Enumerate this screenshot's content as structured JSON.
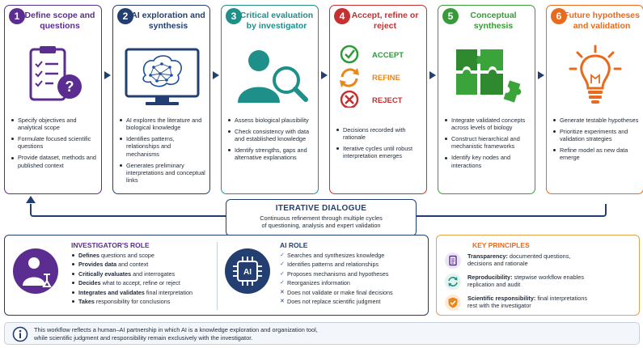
{
  "steps": [
    {
      "number": "1",
      "title": "Define scope and questions",
      "color": "#5b2d90",
      "icon": "clipboard-question-icon",
      "bullets": [
        "Specify objectives and analytical scope",
        "Formulate focused scientific questions",
        "Provide dataset, methods and published context"
      ]
    },
    {
      "number": "2",
      "title": "AI exploration and synthesis",
      "color": "#233f71",
      "icon": "brain-monitor-icon",
      "bullets": [
        "AI explores the literature and biological knowledge",
        "Identifies patterns, relationships and mechanisms",
        "Generates preliminary interpretations and conceptual links"
      ]
    },
    {
      "number": "3",
      "title": "Critical evaluation by investigator",
      "color": "#1f8f8a",
      "icon": "person-magnifier-icon",
      "bullets": [
        "Assess biological plausibility",
        "Check consistency with data and established knowledge",
        "Identify strengths, gaps and alternative explanations"
      ]
    },
    {
      "number": "4",
      "title": "Accept, refine or reject",
      "color": "#c53030",
      "icon": "decision-icons",
      "decisions": {
        "accept": "ACCEPT",
        "refine": "REFINE",
        "reject": "REJECT"
      },
      "bullets": [
        "Decisions recorded with rationale",
        "Iterative cycles until robust interpretation emerges"
      ]
    },
    {
      "number": "5",
      "title": "Conceptual synthesis",
      "color": "#3a9a3a",
      "icon": "puzzle-icon",
      "bullets": [
        "Integrate validated concepts across levels of biology",
        "Construct hierarchical and mechanistic frameworks",
        "Identify key nodes and interactions"
      ]
    },
    {
      "number": "6",
      "title": "Future hypotheses and validation",
      "color": "#e86a1c",
      "icon": "lightbulb-icon",
      "bullets": [
        "Generate testable hypotheses",
        "Prioritize experiments and validation strategies",
        "Refine model as new data emerge"
      ]
    }
  ],
  "dialogue": {
    "title": "ITERATIVE DIALOGUE",
    "line1": "Continuous refinement through multiple cycles",
    "line2": "of questioning, analysis and expert validation"
  },
  "investigator_role": {
    "heading": "INVESTIGATOR'S ROLE",
    "items": [
      {
        "bold": "Defines",
        "rest": " questions and scope"
      },
      {
        "bold": "Provides data",
        "rest": " and context"
      },
      {
        "bold": "Critically evaluates",
        "rest": " and interrogates"
      },
      {
        "bold": "Decides",
        "rest": " what to accept, refine or reject"
      },
      {
        "bold": "Integrates and validates",
        "rest": " final interpretation"
      },
      {
        "bold": "Takes",
        "rest": " responsibility for conclusions"
      }
    ]
  },
  "ai_role": {
    "heading": "AI ROLE",
    "icon_label": "AI",
    "items": [
      "Searches and synthesizes knowledge",
      "Identifies patterns and relationships",
      "Proposes mechanisms and hypotheses",
      "Reorganizes information"
    ],
    "negatives": [
      "Does not validate or make final decisions",
      "Does not replace scientific judgment"
    ]
  },
  "principles": {
    "heading": "KEY PRINCIPLES",
    "items": [
      {
        "bold": "Transparency:",
        "rest": " documented questions,",
        "line2": "decisions and rationale",
        "icon": "document-icon"
      },
      {
        "bold": "Reproducibility:",
        "rest": " stepwise workflow enables",
        "line2": "replication and audit",
        "icon": "cycle-icon"
      },
      {
        "bold": "Scientific responsibility:",
        "rest": " final interpretations",
        "line2": "rest with the investigator",
        "icon": "shield-check-icon"
      }
    ]
  },
  "footer": {
    "line1": "This workflow reflects a human–AI partnership in which AI is a knowledge exploration and organization tool,",
    "line2": "while scientific judgment and responsibility remain exclusively with the investigator."
  }
}
